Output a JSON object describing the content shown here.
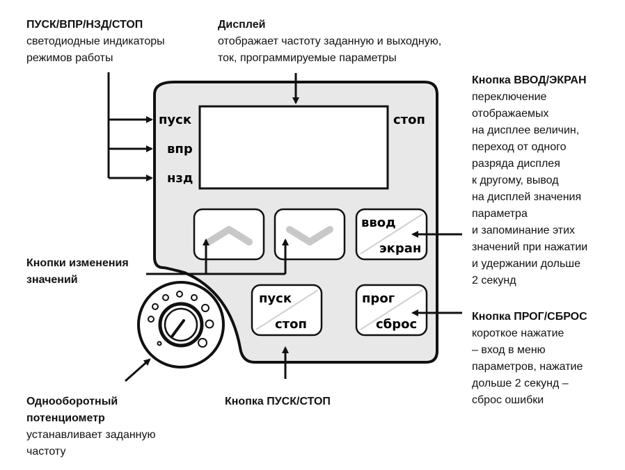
{
  "labels": {
    "indicators_title": "ПУСК/ВПР/НЗД/СТОП",
    "indicators_desc_1": "светодиодные индикаторы",
    "indicators_desc_2": "режимов работы",
    "display_title": "Дисплей",
    "display_desc_1": "отображает частоту заданную и выходную,",
    "display_desc_2": "ток, программируемые параметры",
    "enter_title": "Кнопка ВВОД/ЭКРАН",
    "enter_desc": [
      "переключение",
      "отображаемых",
      "на дисплее величин,",
      "переход от одного",
      "разряда дисплея",
      "к другому, вывод",
      "на дисплей значения",
      "параметра",
      "и запоминание этих",
      "значений при нажатии",
      "и удержании дольше",
      "2 секунд"
    ],
    "value_buttons_title_1": "Кнопки изменения",
    "value_buttons_title_2": "значений",
    "prog_title": "Кнопка ПРОГ/СБРОС",
    "prog_desc": [
      "короткое нажатие",
      "– вход в меню",
      "параметров, нажатие",
      "дольше 2 секунд –",
      "сброс ошибки"
    ],
    "pot_title_1": "Однооборотный",
    "pot_title_2": "потенциометр",
    "pot_desc_1": "устанавливает заданную",
    "pot_desc_2": "частоту",
    "start_stop_title": "Кнопка ПУСК/СТОП"
  },
  "panel": {
    "led_run": "пуск",
    "led_fwd": "впр",
    "led_rev": "нзд",
    "led_stop": "стоп",
    "btn_enter_top": "ввод",
    "btn_enter_bottom": "экран",
    "btn_run_top": "пуск",
    "btn_run_bottom": "стоп",
    "btn_prog_top": "прог",
    "btn_prog_bottom": "сброс"
  },
  "colors": {
    "panel_fill": "#e8e8e8",
    "arrow_glyph": "#c8c8c8",
    "stroke": "#111111"
  }
}
